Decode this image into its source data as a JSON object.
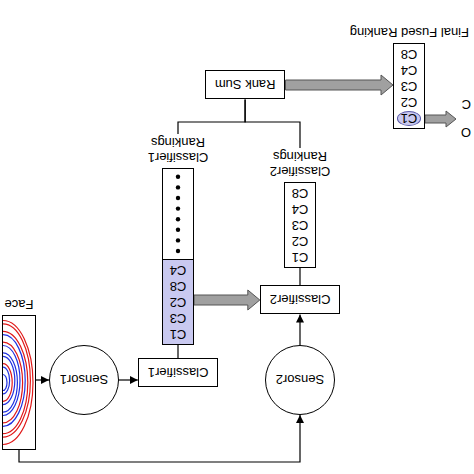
{
  "diagram": {
    "nodes": [
      {
        "text": [
          "Face"
        ]
      },
      {
        "text": [
          "Sensor1"
        ]
      },
      {
        "text": [
          "Sensor2"
        ]
      },
      {
        "text": [
          "Classifier1"
        ]
      },
      {
        "text": [
          "Classifier2"
        ]
      },
      {
        "text": [
          "Classifier1 Rankings",
          "C1",
          "C3",
          "C2",
          "C8",
          "C4"
        ]
      },
      {
        "text": [
          "Classifier2 Rankings",
          "C1",
          "C2",
          "C3",
          "C4",
          "C8"
        ]
      },
      {
        "text": [
          "Rank Sum"
        ]
      },
      {
        "text": [
          "Final Fused Ranking",
          "C1",
          "C2",
          "C3",
          "C4",
          "C8"
        ]
      }
    ],
    "edges": [
      {
        "from": 0,
        "to": 1,
        "arrow": "to"
      },
      {
        "from": 0,
        "to": 2,
        "arrow": "to"
      },
      {
        "from": 1,
        "to": 3,
        "arrow": "to"
      },
      {
        "from": 2,
        "to": 4,
        "arrow": "to"
      },
      {
        "from": 3,
        "to": 5,
        "arrow": "none"
      },
      {
        "from": 4,
        "to": 6,
        "arrow": "none"
      },
      {
        "from": 5,
        "to": 4,
        "arrow": "to"
      },
      {
        "from": 5,
        "to": 7,
        "arrow": "none"
      },
      {
        "from": 6,
        "to": 7,
        "arrow": "none"
      },
      {
        "from": 7,
        "to": 8,
        "arrow": "to"
      }
    ],
    "labels": [
      "O",
      "C"
    ]
  }
}
